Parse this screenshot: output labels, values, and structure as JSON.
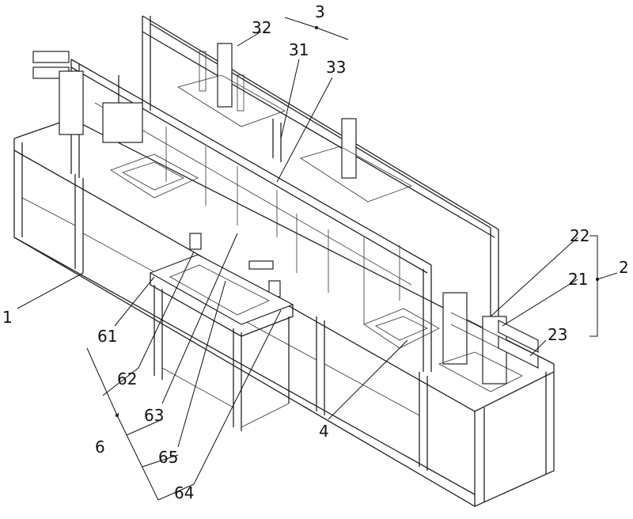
{
  "figure": {
    "labels": {
      "l1": "1",
      "l2": "2",
      "l21": "21",
      "l22": "22",
      "l23": "23",
      "l3": "3",
      "l31": "31",
      "l32": "32",
      "l33": "33",
      "l4": "4",
      "l6": "6",
      "l61": "61",
      "l62": "62",
      "l63": "63",
      "l64": "64",
      "l65": "65"
    }
  }
}
